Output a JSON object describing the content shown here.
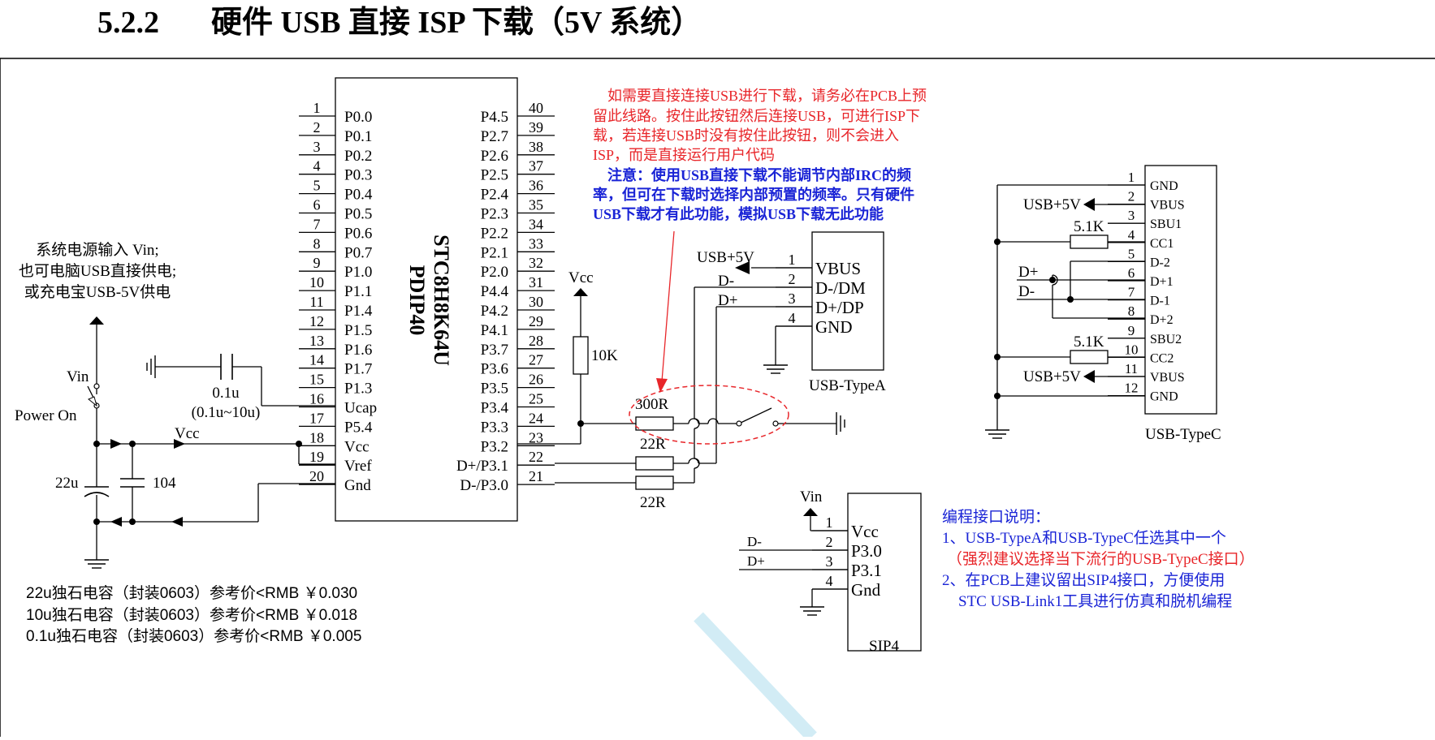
{
  "section": {
    "number": "5.2.2",
    "title": "硬件 USB 直接 ISP 下载（5V 系统）"
  },
  "mcu": {
    "name": "STC8H8K64U",
    "package": "PDIP40",
    "left_pins": [
      {
        "num": "1",
        "label": "P0.0"
      },
      {
        "num": "2",
        "label": "P0.1"
      },
      {
        "num": "3",
        "label": "P0.2"
      },
      {
        "num": "4",
        "label": "P0.3"
      },
      {
        "num": "5",
        "label": "P0.4"
      },
      {
        "num": "6",
        "label": "P0.5"
      },
      {
        "num": "7",
        "label": "P0.6"
      },
      {
        "num": "8",
        "label": "P0.7"
      },
      {
        "num": "9",
        "label": "P1.0"
      },
      {
        "num": "10",
        "label": "P1.1"
      },
      {
        "num": "11",
        "label": "P1.4"
      },
      {
        "num": "12",
        "label": "P1.5"
      },
      {
        "num": "13",
        "label": "P1.6"
      },
      {
        "num": "14",
        "label": "P1.7"
      },
      {
        "num": "15",
        "label": "P1.3"
      },
      {
        "num": "16",
        "label": "Ucap"
      },
      {
        "num": "17",
        "label": "P5.4"
      },
      {
        "num": "18",
        "label": "Vcc"
      },
      {
        "num": "19",
        "label": "Vref"
      },
      {
        "num": "20",
        "label": "Gnd"
      }
    ],
    "right_pins": [
      {
        "num": "40",
        "label": "P4.5"
      },
      {
        "num": "39",
        "label": "P2.7"
      },
      {
        "num": "38",
        "label": "P2.6"
      },
      {
        "num": "37",
        "label": "P2.5"
      },
      {
        "num": "36",
        "label": "P2.4"
      },
      {
        "num": "35",
        "label": "P2.3"
      },
      {
        "num": "34",
        "label": "P2.2"
      },
      {
        "num": "33",
        "label": "P2.1"
      },
      {
        "num": "32",
        "label": "P2.0"
      },
      {
        "num": "31",
        "label": "P4.4"
      },
      {
        "num": "30",
        "label": "P4.2"
      },
      {
        "num": "29",
        "label": "P4.1"
      },
      {
        "num": "28",
        "label": "P3.7"
      },
      {
        "num": "27",
        "label": "P3.6"
      },
      {
        "num": "26",
        "label": "P3.5"
      },
      {
        "num": "25",
        "label": "P3.4"
      },
      {
        "num": "24",
        "label": "P3.3"
      },
      {
        "num": "23",
        "label": "P3.2"
      },
      {
        "num": "22",
        "label": "D+/P3.1"
      },
      {
        "num": "21",
        "label": "D-/P3.0"
      }
    ]
  },
  "power": {
    "desc_line1": "系统电源输入 Vin;",
    "desc_line2": "也可电脑USB直接供电;",
    "desc_line3": "或充电宝USB-5V供电",
    "vin_label": "Vin",
    "switch_label": "Power On",
    "vcc_label": "Vcc",
    "cap1_label": "22u",
    "cap2_label": "104",
    "ucap_cap": "0.1u",
    "ucap_range": "(0.1u~10u)"
  },
  "resistors": {
    "pullup": "10K",
    "switch_r": "300R",
    "dp_r": "22R",
    "dm_r": "22R",
    "vcc_label": "Vcc"
  },
  "notes": {
    "red_l1": "如需要直接连接USB进行下载，请务必在PCB上预",
    "red_l2": "留此线路。按住此按钮然后连接USB，可进行ISP下",
    "red_l3": "载，若连接USB时没有按住此按钮，则不会进入",
    "red_l4": "ISP，而是直接运行用户代码",
    "blue_l1": "注意：使用USB直接下载不能调节内部IRC的频",
    "blue_l2": "率，但可在下载时选择内部预置的频率。只有硬件",
    "blue_l3": "USB下载才有此功能，模拟USB下载无此功能"
  },
  "usb_a": {
    "name": "USB-TypeA",
    "pins": [
      {
        "num": "1",
        "label": "VBUS"
      },
      {
        "num": "2",
        "label": "D-/DM"
      },
      {
        "num": "3",
        "label": "D+/DP"
      },
      {
        "num": "4",
        "label": "GND"
      }
    ],
    "vbus_net": "USB+5V",
    "dm_net": "D-",
    "dp_net": "D+"
  },
  "usb_c": {
    "name": "USB-TypeC",
    "pins": [
      {
        "num": "1",
        "label": "GND"
      },
      {
        "num": "2",
        "label": "VBUS"
      },
      {
        "num": "3",
        "label": "SBU1"
      },
      {
        "num": "4",
        "label": "CC1"
      },
      {
        "num": "5",
        "label": "D-2"
      },
      {
        "num": "6",
        "label": "D+1"
      },
      {
        "num": "7",
        "label": "D-1"
      },
      {
        "num": "8",
        "label": "D+2"
      },
      {
        "num": "9",
        "label": "SBU2"
      },
      {
        "num": "10",
        "label": "CC2"
      },
      {
        "num": "11",
        "label": "VBUS"
      },
      {
        "num": "12",
        "label": "GND"
      }
    ],
    "vbus_net": "USB+5V",
    "cc_res": "5.1K",
    "dp_net": "D+",
    "dm_net": "D-"
  },
  "sip4": {
    "name": "SIP4",
    "vin": "Vin",
    "pins": [
      {
        "num": "1",
        "label": "Vcc"
      },
      {
        "num": "2",
        "label": "P3.0"
      },
      {
        "num": "3",
        "label": "P3.1"
      },
      {
        "num": "4",
        "label": "Gnd"
      }
    ],
    "dm_net": "D-",
    "dp_net": "D+"
  },
  "prog_desc": {
    "title": "编程接口说明：",
    "l1": "1、USB-TypeA和USB-TypeC任选其中一个",
    "l2": "（强烈建议选择当下流行的USB-TypeC接口）",
    "l3": "2、在PCB上建议留出SIP4接口，方便使用",
    "l4": "STC USB-Link1工具进行仿真和脱机编程"
  },
  "bom": {
    "l1": "22u独石电容（封装0603）参考价<RMB ￥0.030",
    "l2": "10u独石电容（封装0603）参考价<RMB ￥0.018",
    "l3": "0.1u独石电容（封装0603）参考价<RMB ￥0.005"
  },
  "colors": {
    "red": "#e8262a",
    "blue": "#1a24d6",
    "ink": "#000000"
  }
}
